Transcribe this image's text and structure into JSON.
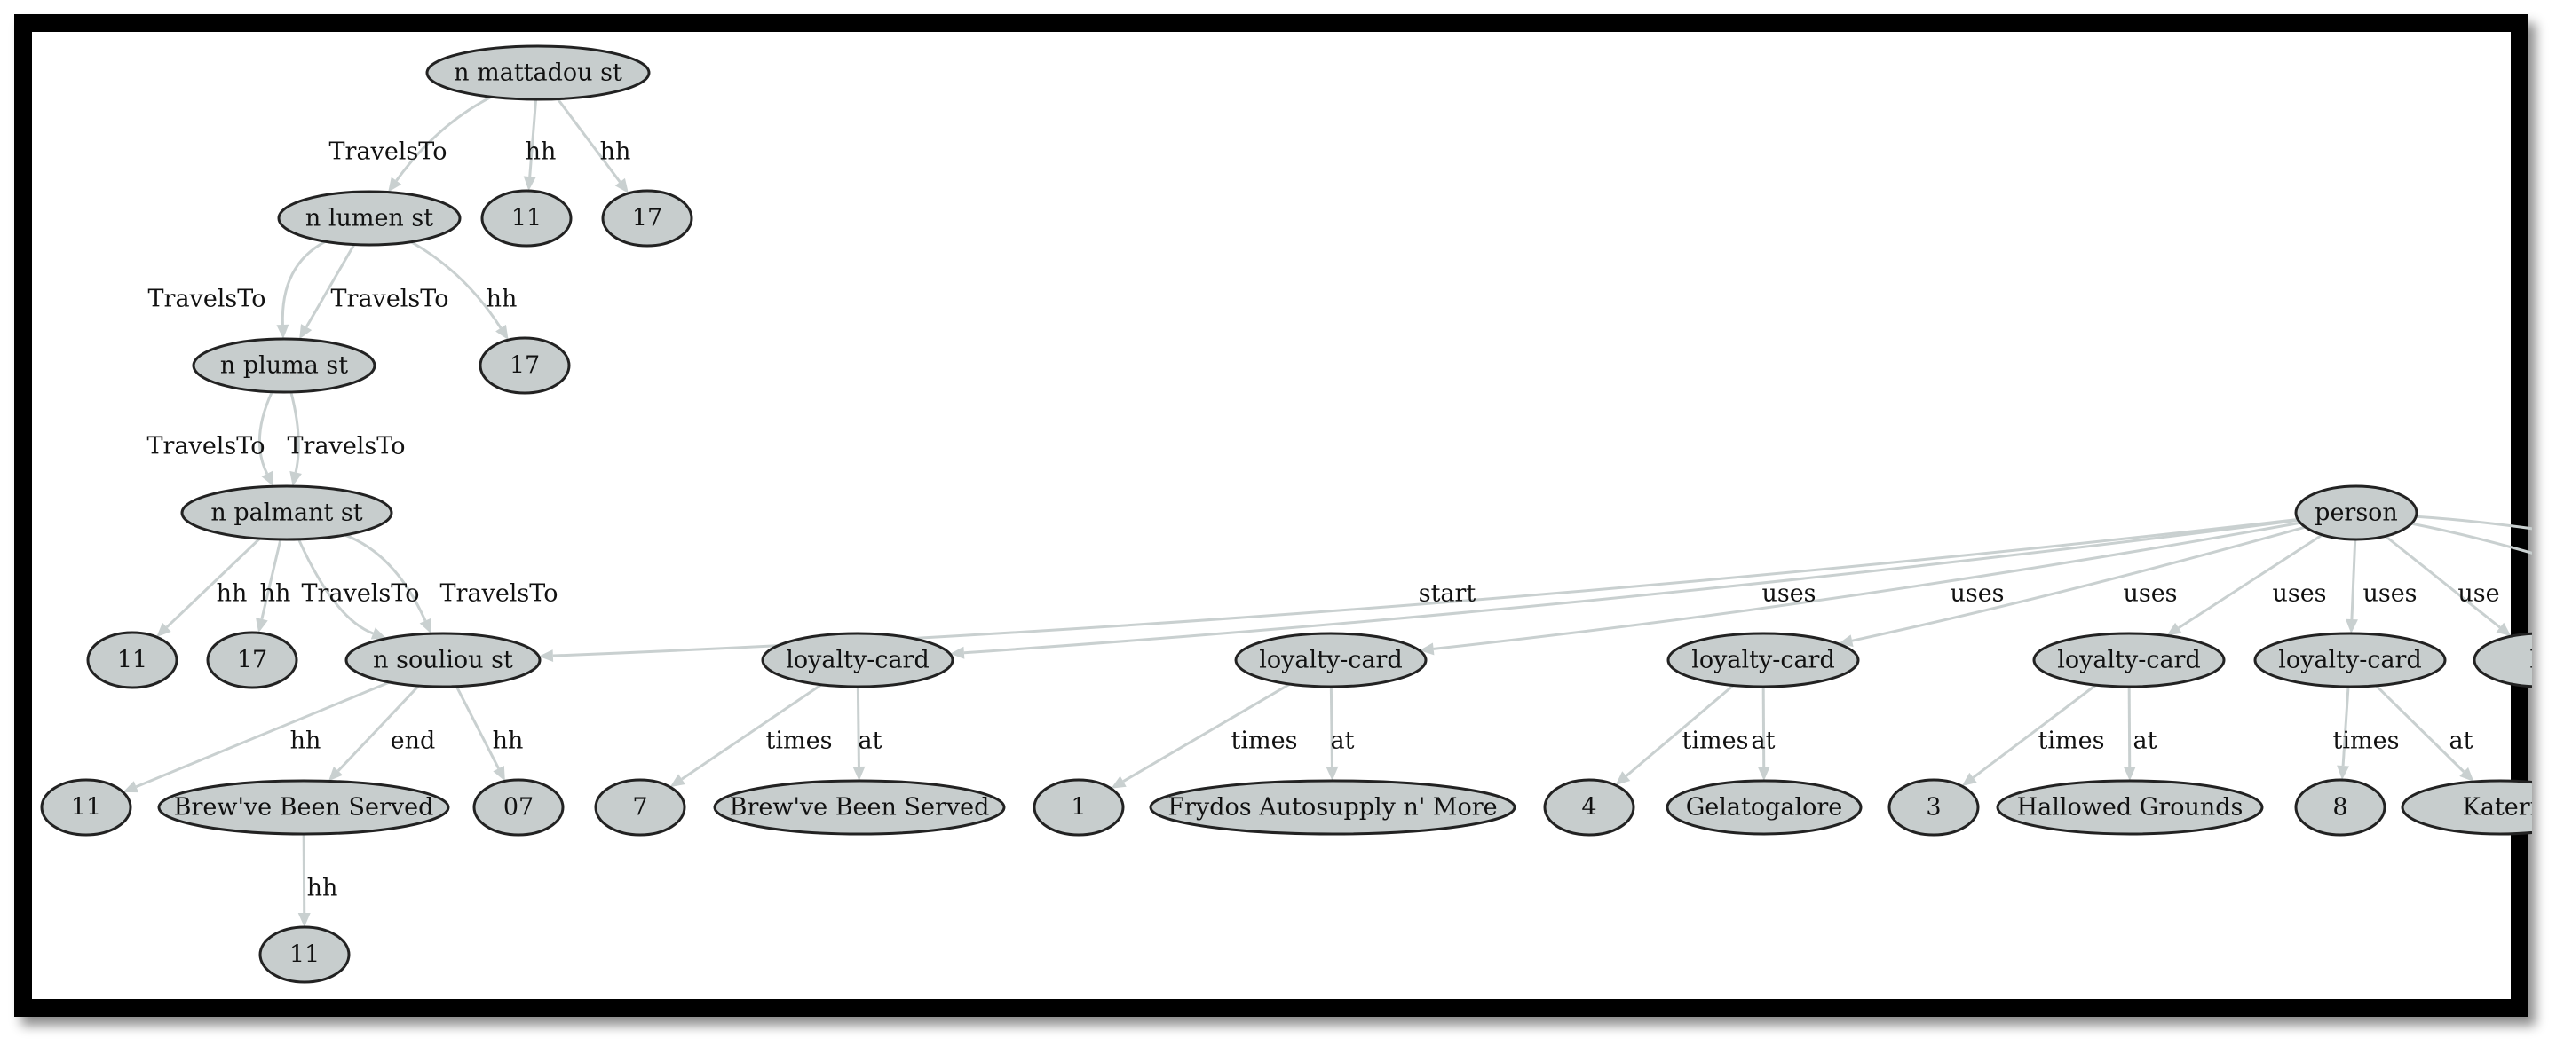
{
  "colors": {
    "node_fill": "#c7cdcd",
    "node_stroke": "#222222",
    "edge": "#c9d0d0",
    "frame": "#000000"
  },
  "graph": {
    "nodes": [
      {
        "id": "mattadou",
        "label": "n mattadou st"
      },
      {
        "id": "lumen",
        "label": "n lumen st"
      },
      {
        "id": "m11",
        "label": "11"
      },
      {
        "id": "m17",
        "label": "17"
      },
      {
        "id": "pluma",
        "label": "n pluma st"
      },
      {
        "id": "l17",
        "label": "17"
      },
      {
        "id": "palmant",
        "label": "n palmant st"
      },
      {
        "id": "p11",
        "label": "11"
      },
      {
        "id": "p17",
        "label": "17"
      },
      {
        "id": "souliou",
        "label": "n souliou st"
      },
      {
        "id": "s11",
        "label": "11"
      },
      {
        "id": "bvbs1",
        "label": "Brew've Been Served"
      },
      {
        "id": "s07",
        "label": "07"
      },
      {
        "id": "b11",
        "label": "11"
      },
      {
        "id": "person",
        "label": "person"
      },
      {
        "id": "lc1",
        "label": "loyalty-card"
      },
      {
        "id": "lc1t",
        "label": "7"
      },
      {
        "id": "lc1a",
        "label": "Brew've Been Served"
      },
      {
        "id": "lc2",
        "label": "loyalty-card"
      },
      {
        "id": "lc2t",
        "label": "1"
      },
      {
        "id": "lc2a",
        "label": "Frydos Autosupply n' More"
      },
      {
        "id": "lc3",
        "label": "loyalty-card"
      },
      {
        "id": "lc3t",
        "label": "4"
      },
      {
        "id": "lc3a",
        "label": "Gelatogalore"
      },
      {
        "id": "lc4",
        "label": "loyalty-card"
      },
      {
        "id": "lc4t",
        "label": "3"
      },
      {
        "id": "lc4a",
        "label": "Hallowed Grounds"
      },
      {
        "id": "lc5",
        "label": "loyalty-card"
      },
      {
        "id": "lc5t",
        "label": "8"
      },
      {
        "id": "lc5a",
        "label": "Kateri"
      },
      {
        "id": "lc6",
        "label": "lo"
      }
    ],
    "edges": [
      {
        "from": "mattadou",
        "to": "lumen",
        "label": "TravelsTo"
      },
      {
        "from": "mattadou",
        "to": "m11",
        "label": "hh"
      },
      {
        "from": "mattadou",
        "to": "m17",
        "label": "hh"
      },
      {
        "from": "lumen",
        "to": "pluma",
        "label": "TravelsTo"
      },
      {
        "from": "lumen",
        "to": "pluma",
        "label": "TravelsTo"
      },
      {
        "from": "lumen",
        "to": "l17",
        "label": "hh"
      },
      {
        "from": "pluma",
        "to": "palmant",
        "label": "TravelsTo"
      },
      {
        "from": "pluma",
        "to": "palmant",
        "label": "TravelsTo"
      },
      {
        "from": "palmant",
        "to": "p11",
        "label": "hh"
      },
      {
        "from": "palmant",
        "to": "p17",
        "label": "hh"
      },
      {
        "from": "palmant",
        "to": "souliou",
        "label": "TravelsTo"
      },
      {
        "from": "palmant",
        "to": "souliou",
        "label": "TravelsTo"
      },
      {
        "from": "souliou",
        "to": "s11",
        "label": "hh"
      },
      {
        "from": "souliou",
        "to": "bvbs1",
        "label": "end"
      },
      {
        "from": "souliou",
        "to": "s07",
        "label": "hh"
      },
      {
        "from": "bvbs1",
        "to": "b11",
        "label": "hh"
      },
      {
        "from": "person",
        "to": "souliou",
        "label": "start"
      },
      {
        "from": "person",
        "to": "lc1",
        "label": "uses"
      },
      {
        "from": "person",
        "to": "lc2",
        "label": "uses"
      },
      {
        "from": "person",
        "to": "lc3",
        "label": "uses"
      },
      {
        "from": "person",
        "to": "lc4",
        "label": "uses"
      },
      {
        "from": "person",
        "to": "lc5",
        "label": "uses"
      },
      {
        "from": "person",
        "to": "lc6",
        "label": "use"
      },
      {
        "from": "person",
        "to": "offscreen1",
        "label": ""
      },
      {
        "from": "person",
        "to": "offscreen2",
        "label": ""
      },
      {
        "from": "lc1",
        "to": "lc1t",
        "label": "times"
      },
      {
        "from": "lc1",
        "to": "lc1a",
        "label": "at"
      },
      {
        "from": "lc2",
        "to": "lc2t",
        "label": "times"
      },
      {
        "from": "lc2",
        "to": "lc2a",
        "label": "at"
      },
      {
        "from": "lc3",
        "to": "lc3t",
        "label": "times"
      },
      {
        "from": "lc3",
        "to": "lc3a",
        "label": "at"
      },
      {
        "from": "lc4",
        "to": "lc4t",
        "label": "times"
      },
      {
        "from": "lc4",
        "to": "lc4a",
        "label": "at"
      },
      {
        "from": "lc5",
        "to": "lc5t",
        "label": "times"
      },
      {
        "from": "lc5",
        "to": "lc5a",
        "label": "at"
      }
    ]
  }
}
